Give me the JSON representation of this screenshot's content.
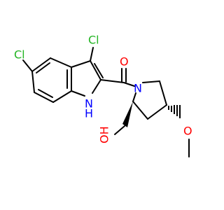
{
  "atoms": {
    "cl1": "Cl",
    "cl2": "Cl",
    "o_ketone": "O",
    "n_pyrrolidine": "N",
    "nh_indole": "H",
    "o_methoxy": "O",
    "oh": "OH"
  },
  "colors": {
    "bond": "#000000",
    "chlorine": "#23b523",
    "oxygen": "#ff0000",
    "nitrogen": "#0000ff"
  }
}
